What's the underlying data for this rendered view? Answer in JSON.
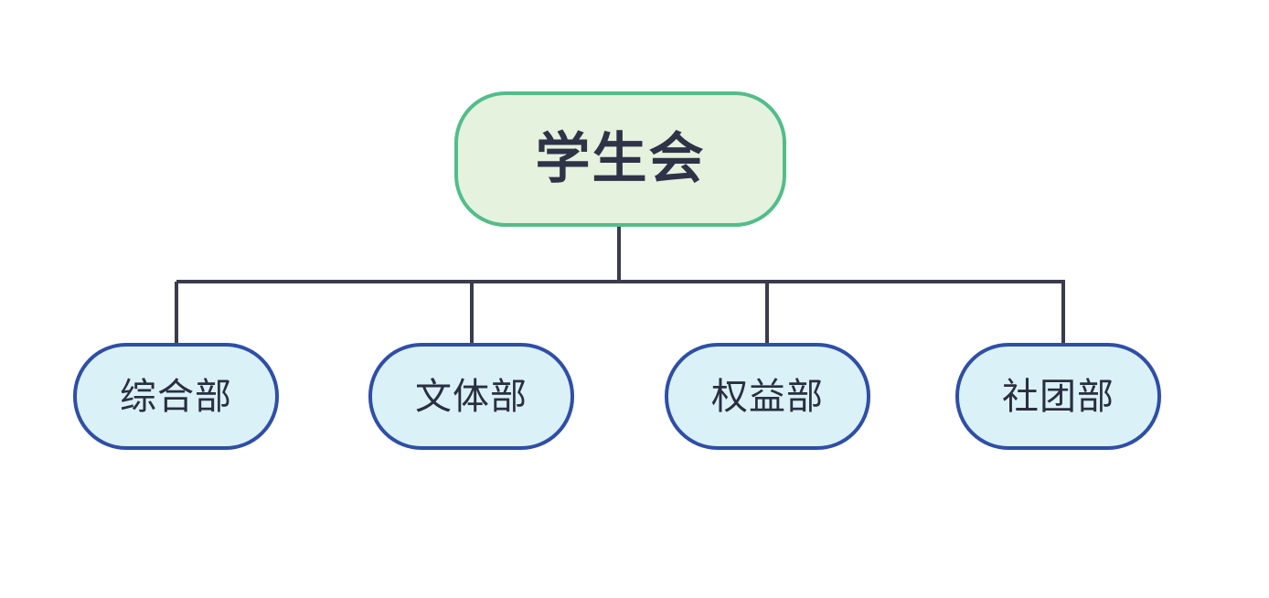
{
  "diagram": {
    "type": "organization-chart",
    "background_color": "#ffffff",
    "orientation": "top-down",
    "root": {
      "label": "学生会",
      "fill_color": "#e4f2de",
      "border_color": "#52bd8a",
      "text_color": "#2f3347"
    },
    "children": [
      {
        "label": "综合部",
        "fill_color": "#daf2f7",
        "border_color": "#2f4ea8",
        "text_color": "#2a2e42"
      },
      {
        "label": "文体部",
        "fill_color": "#daf2f7",
        "border_color": "#2f4ea8",
        "text_color": "#2a2e42"
      },
      {
        "label": "权益部",
        "fill_color": "#daf2f7",
        "border_color": "#2f4ea8",
        "text_color": "#2a2e42"
      },
      {
        "label": "社团部",
        "fill_color": "#daf2f7",
        "border_color": "#2f4ea8",
        "text_color": "#2a2e42"
      }
    ],
    "connectors": {
      "color": "#3a3b4d",
      "style": "orthogonal",
      "count": 6
    }
  }
}
